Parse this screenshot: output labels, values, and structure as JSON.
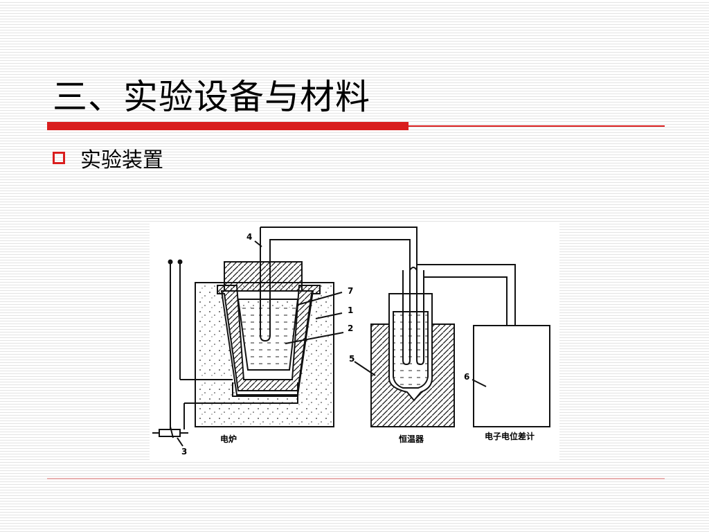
{
  "slide": {
    "title": "三、实验设备与材料",
    "bullet_text": "实验装置"
  },
  "diagram": {
    "numbers": {
      "n1": "1",
      "n2": "2",
      "n3": "3",
      "n4": "4",
      "n5": "5",
      "n6": "6",
      "n7": "7"
    },
    "labels": {
      "furnace": "电炉",
      "thermostat": "恒温器",
      "potentiometer": "电子电位差计"
    }
  },
  "colors": {
    "accent_red": "#d91e1e",
    "line_gray": "#e3e3e3"
  }
}
